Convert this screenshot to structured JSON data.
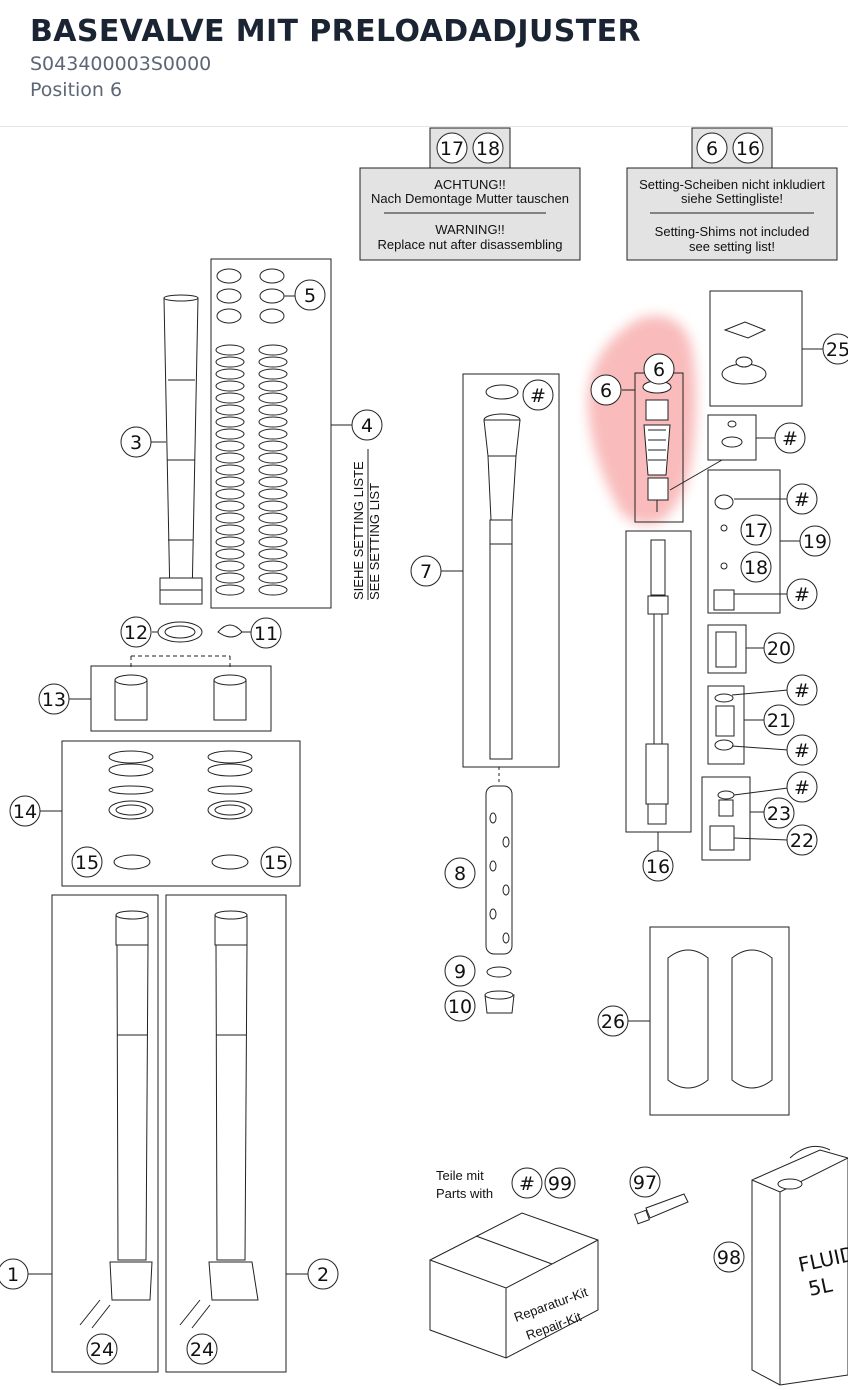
{
  "header": {
    "title": "BASEVALVE MIT PRELOADADJUSTER",
    "part_number": "S043400003S0000",
    "position": "Position 6"
  },
  "notes": {
    "left": {
      "tab_a": "17",
      "tab_b": "18",
      "line1": "ACHTUNG!!",
      "line2": "Nach Demontage Mutter tauschen",
      "line3": "WARNING!!",
      "line4": "Replace nut after disassembling"
    },
    "right": {
      "tab_a": "6",
      "tab_b": "16",
      "line1": "Setting-Scheiben nicht inkludiert",
      "line2": "siehe Settingliste!",
      "line3": "Setting-Shims not included",
      "line4": "see setting list!"
    }
  },
  "setting_list": {
    "line1": "SIEHE SETTING LISTE",
    "line2": "SEE SETTING LIST"
  },
  "kit_label": {
    "line1": "Teile mit",
    "line2": "Parts with",
    "marker_a": "#",
    "marker_b": "99"
  },
  "box_text": {
    "line1": "Reparatur-Kit",
    "line2": "Repair-Kit"
  },
  "can_text": {
    "line1": "FLUID",
    "line2": "5L"
  },
  "callouts": {
    "c1": "1",
    "c2": "2",
    "c3": "3",
    "c4": "4",
    "c5": "5",
    "c6a": "6",
    "c6b": "6",
    "c7": "7",
    "c8": "8",
    "c9": "9",
    "c10": "10",
    "c11": "11",
    "c12": "12",
    "c13": "13",
    "c14": "14",
    "c15a": "15",
    "c15b": "15",
    "c16": "16",
    "c17": "17",
    "c18": "18",
    "c19": "19",
    "c20": "20",
    "c21": "21",
    "c22": "22",
    "c23": "23",
    "c24a": "24",
    "c24b": "24",
    "c25": "25",
    "c26": "26",
    "c97": "97",
    "c98": "98",
    "h1": "#",
    "h2": "#",
    "h3": "#",
    "h4": "#",
    "h5": "#",
    "h6": "#",
    "h7": "#",
    "h8": "#"
  },
  "colors": {
    "highlight": "#f26b6b",
    "note_fill": "#e3e3e3",
    "line": "#222222",
    "title": "#1b2433",
    "subtitle": "#5d6675"
  }
}
